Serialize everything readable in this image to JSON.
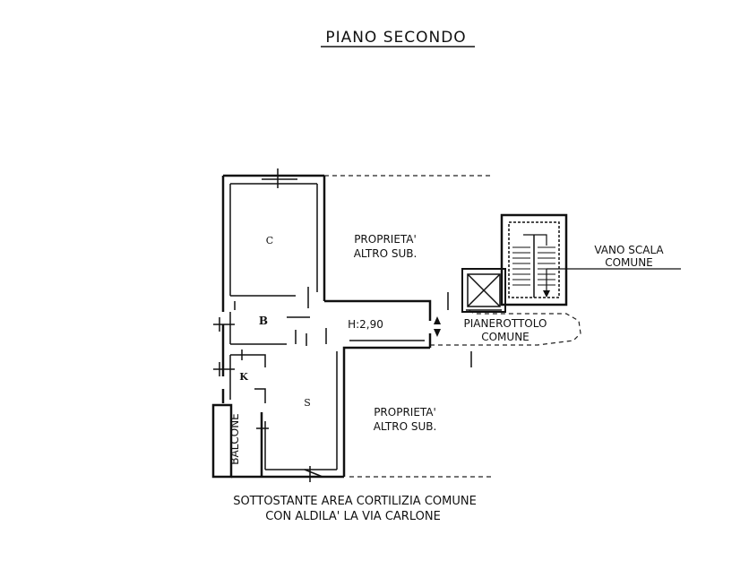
{
  "title": "PIANO SECONDO",
  "rooms": {
    "c": "C",
    "b": "B",
    "k": "K",
    "s": "S",
    "balcone": "BALCONE"
  },
  "height_label": "H:2,90",
  "neighbors": {
    "top_line1": "PROPRIETA'",
    "top_line2": "ALTRO SUB.",
    "bottom_line1": "PROPRIETA'",
    "bottom_line2": "ALTRO SUB."
  },
  "stair": {
    "line1": "VANO SCALA",
    "line2": "COMUNE"
  },
  "landing": {
    "line1": "PIANEROTTOLO",
    "line2": "COMUNE"
  },
  "courtyard": {
    "line1": "SOTTOSTANTE AREA CORTILIZIA COMUNE",
    "line2": "CON ALDILA' LA VIA CARLONE"
  }
}
